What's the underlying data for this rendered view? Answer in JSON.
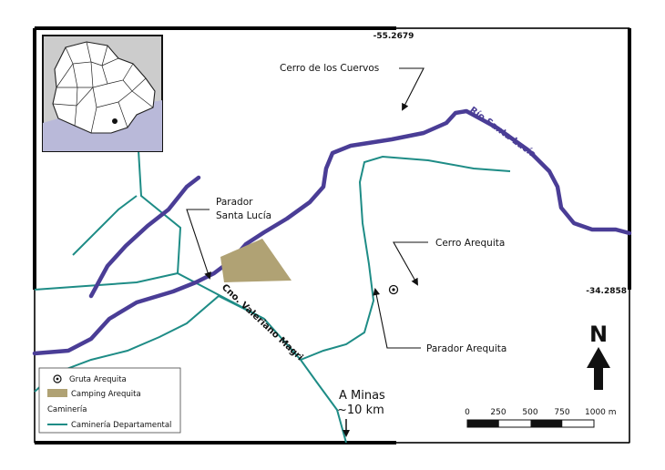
{
  "coords": {
    "longitude": "-55.2679",
    "latitude": "-34.2858"
  },
  "labels": {
    "cerro_cuervos": "Cerro de los Cuervos",
    "rio": "Río Santa Lucía",
    "parador_sl_1": "Parador",
    "parador_sl_2": "Santa Lucía",
    "cerro_arequita": "Cerro Arequita",
    "parador_arequita": "Parador Arequita",
    "camino": "Cno. Valeriano Magri",
    "minas_1": "A Minas",
    "minas_2": "~10 km"
  },
  "north": "N",
  "scale": {
    "ticks": [
      "0",
      "250",
      "500",
      "750",
      "1000 m"
    ]
  },
  "legend": {
    "items": [
      {
        "label": "Gruta Arequita",
        "symbol": "point-in-circle"
      },
      {
        "label": "Camping Arequita",
        "symbol": "fill",
        "color": "#b0a274"
      },
      {
        "label": "Caminería",
        "symbol": "none"
      },
      {
        "label": "Caminería Departamental",
        "symbol": "line",
        "color": "#1e8c86"
      }
    ]
  },
  "colors": {
    "river": "#4a3d96",
    "road": "#1e8c86",
    "camping": "#b0a274",
    "inset_sea": "#b9b9d9",
    "inset_bg": "#cccccc"
  }
}
